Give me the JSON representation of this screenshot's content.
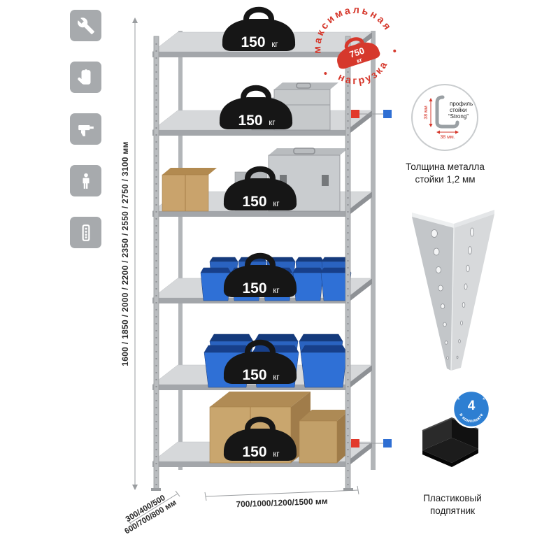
{
  "page": {
    "background": "#ffffff"
  },
  "features": {
    "items": [
      {
        "icon": "wrench"
      },
      {
        "icon": "gloves"
      },
      {
        "icon": "drill"
      },
      {
        "icon": "person"
      },
      {
        "icon": "rack-profile"
      }
    ]
  },
  "dimensions": {
    "height_label": "1600 / 1850 / 2000 / 2200 / 2350 / 2550 / 2750 / 3100 мм",
    "depth_label_line1": "300/400/500",
    "depth_label_line2": "600/700/800 мм",
    "width_label": "700/1000/1200/1500 мм"
  },
  "shelf": {
    "weights": [
      {
        "value": "150",
        "unit": "кг"
      },
      {
        "value": "150",
        "unit": "кг"
      },
      {
        "value": "150",
        "unit": "кг"
      },
      {
        "value": "150",
        "unit": "кг"
      },
      {
        "value": "150",
        "unit": "кг"
      },
      {
        "value": "150",
        "unit": "кг"
      }
    ]
  },
  "max_load_stamp": {
    "text_top": "максимальная",
    "text_bottom": "нагрузка",
    "value": "750",
    "unit": "кг"
  },
  "profile_callout": {
    "label_line1": "профиль",
    "label_line2": "стойки",
    "label_line3": "“Strong”",
    "dim_vertical": "38 мм",
    "dim_horizontal": "38 мм.",
    "caption_line1": "Толщина металла",
    "caption_line2": "стойки 1,2 мм"
  },
  "foot_callout": {
    "badge_value": "4",
    "badge_text": "в комплекте",
    "caption_line1": "Пластиковый",
    "caption_line2": "подпятник"
  },
  "colors": {
    "accent_red": "#d6382c",
    "accent_blue": "#2e7fd2",
    "metal_gray": "#b7babd",
    "bin_blue": "#2f70d6",
    "cardboard": "#c9a66e"
  }
}
